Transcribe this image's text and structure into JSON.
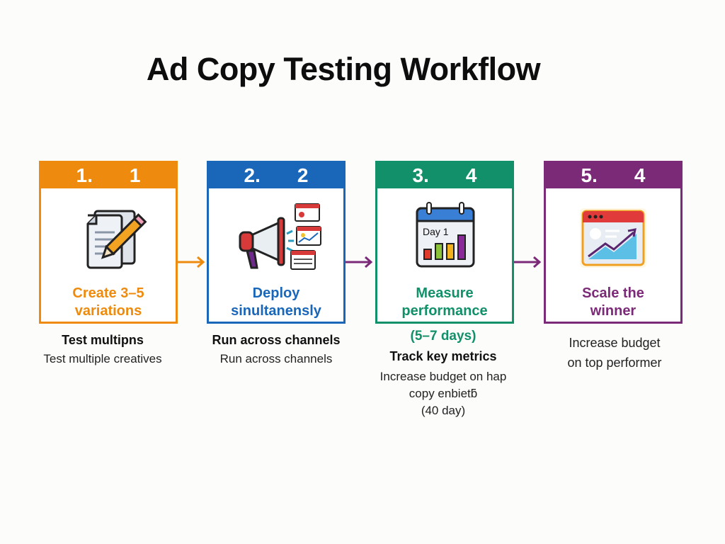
{
  "title": "Ad Copy Testing Workflow",
  "colors": {
    "step1": "#ee8a0d",
    "step2": "#1a66b8",
    "step3": "#12906a",
    "step4": "#7b2a78"
  },
  "steps": [
    {
      "num_a": "1.",
      "num_b": "1",
      "icon": "document-pencil-icon",
      "label_line1": "Create 3–5",
      "label_line2": "variations",
      "heading": "Test multipns",
      "desc_lines": [
        "Test multiple creatives"
      ]
    },
    {
      "num_a": "2.",
      "num_b": "2",
      "icon": "megaphone-screens-icon",
      "label_line1": "Deploy",
      "label_line2": "sinultanensly",
      "heading": "Run across channels",
      "desc_lines": [
        "Run across channels"
      ]
    },
    {
      "num_a": "3.",
      "num_b": "4",
      "icon": "calendar-chart-icon",
      "icon_text": "Day 1",
      "label_line1": "Measure",
      "label_line2": "performance",
      "duration": "(5–7 days)",
      "heading": "Track key metrics",
      "desc_lines": [
        "Increase budget on hap",
        "copy enbietƃ",
        "(40 day)"
      ]
    },
    {
      "num_a": "5.",
      "num_b": "4",
      "icon": "growth-chart-window-icon",
      "label_line1": "Scale the",
      "label_line2": "winner",
      "desc_lines": [
        "Increase budget",
        "on top performer"
      ]
    }
  ]
}
